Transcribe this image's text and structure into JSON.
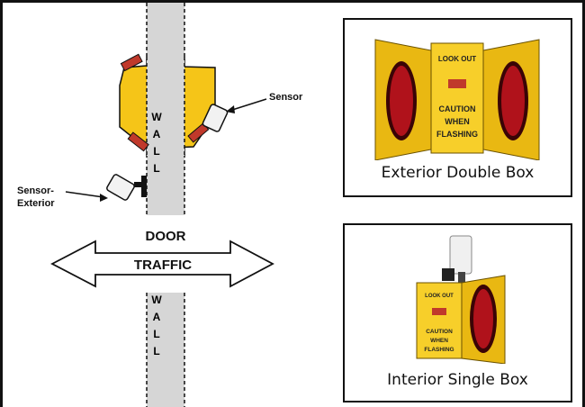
{
  "diagram": {
    "wall_label_top": [
      "W",
      "A",
      "L",
      "L"
    ],
    "wall_label_bottom": [
      "W",
      "A",
      "L",
      "L"
    ],
    "door_label": "DOOR",
    "traffic_label": "TRAFFIC",
    "sensor_label": "Sensor",
    "sensor_exterior_label_line1": "Sensor-",
    "sensor_exterior_label_line2": "Exterior"
  },
  "products": [
    {
      "caption": "Exterior Double Box",
      "sign_lines": [
        "LOOK OUT",
        "CAUTION",
        "WHEN",
        "FLASHING"
      ]
    },
    {
      "caption": "Interior Single Box",
      "sign_lines": [
        "LOOK OUT",
        "CAUTION",
        "WHEN",
        "FLASHING"
      ]
    }
  ],
  "colors": {
    "box_yellow": "#f5c518",
    "box_red": "#c0392b",
    "wall_gray": "#d4d4d4",
    "light_red": "#b0121b"
  }
}
